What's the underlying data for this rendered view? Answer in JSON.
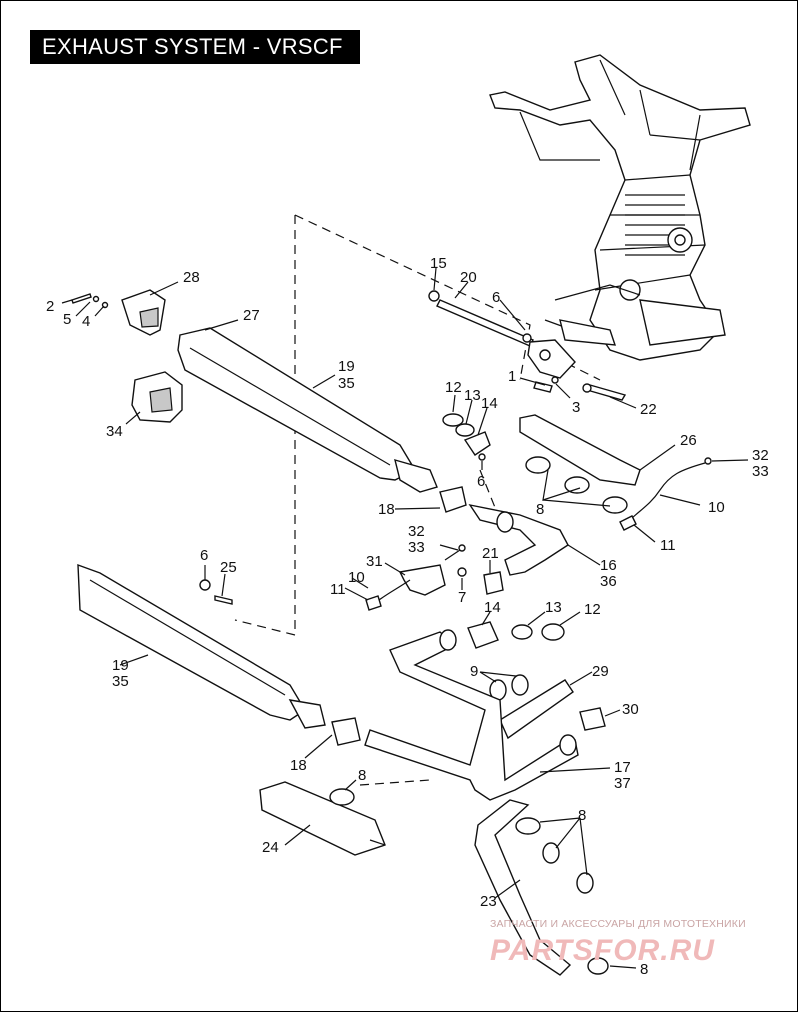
{
  "title": "EXHAUST SYSTEM - VRSCF",
  "watermark": {
    "line1": "ЗАПЧАСТИ И АКСЕССУАРЫ ДЛЯ МОТОТЕХНИКИ",
    "line2": "PARTSFOR.RU"
  },
  "callouts": {
    "c1": "1",
    "c2": "2",
    "c3": "3",
    "c4": "4",
    "c5": "5",
    "c6a": "6",
    "c6b": "6",
    "c6c": "6",
    "c7": "7",
    "c8a": "8",
    "c8b": "8",
    "c8c": "8",
    "c8d": "8",
    "c9": "9",
    "c10a": "10",
    "c10b": "10",
    "c11a": "11",
    "c11b": "11",
    "c12a": "12",
    "c12b": "12",
    "c13a": "13",
    "c13b": "13",
    "c14a": "14",
    "c14b": "14",
    "c15": "15",
    "c16": "16",
    "c36": "36",
    "c17": "17",
    "c37": "37",
    "c18a": "18",
    "c18b": "18",
    "c19a": "19",
    "c35a": "35",
    "c19b": "19",
    "c35b": "35",
    "c20": "20",
    "c21": "21",
    "c22": "22",
    "c23": "23",
    "c24": "24",
    "c25": "25",
    "c26": "26",
    "c27": "27",
    "c28": "28",
    "c29": "29",
    "c30": "30",
    "c31": "31",
    "c32a": "32",
    "c33a": "33",
    "c32b": "32",
    "c33b": "33",
    "c34": "34"
  }
}
